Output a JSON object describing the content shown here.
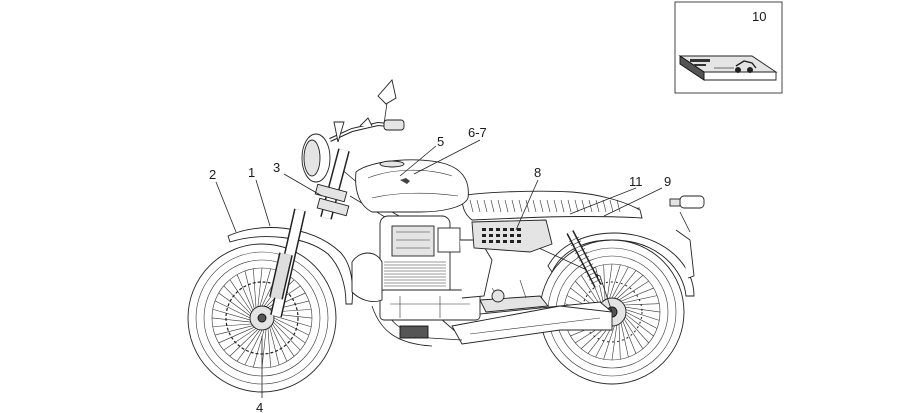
{
  "callouts": [
    {
      "id": "c1",
      "text": "1"
    },
    {
      "id": "c2",
      "text": "2"
    },
    {
      "id": "c3",
      "text": "3"
    },
    {
      "id": "c4",
      "text": "4"
    },
    {
      "id": "c5",
      "text": "5"
    },
    {
      "id": "c6",
      "text": "6-7"
    },
    {
      "id": "c8",
      "text": "8"
    },
    {
      "id": "c9",
      "text": "9"
    },
    {
      "id": "c10",
      "text": "10"
    },
    {
      "id": "c11",
      "text": "11"
    }
  ]
}
